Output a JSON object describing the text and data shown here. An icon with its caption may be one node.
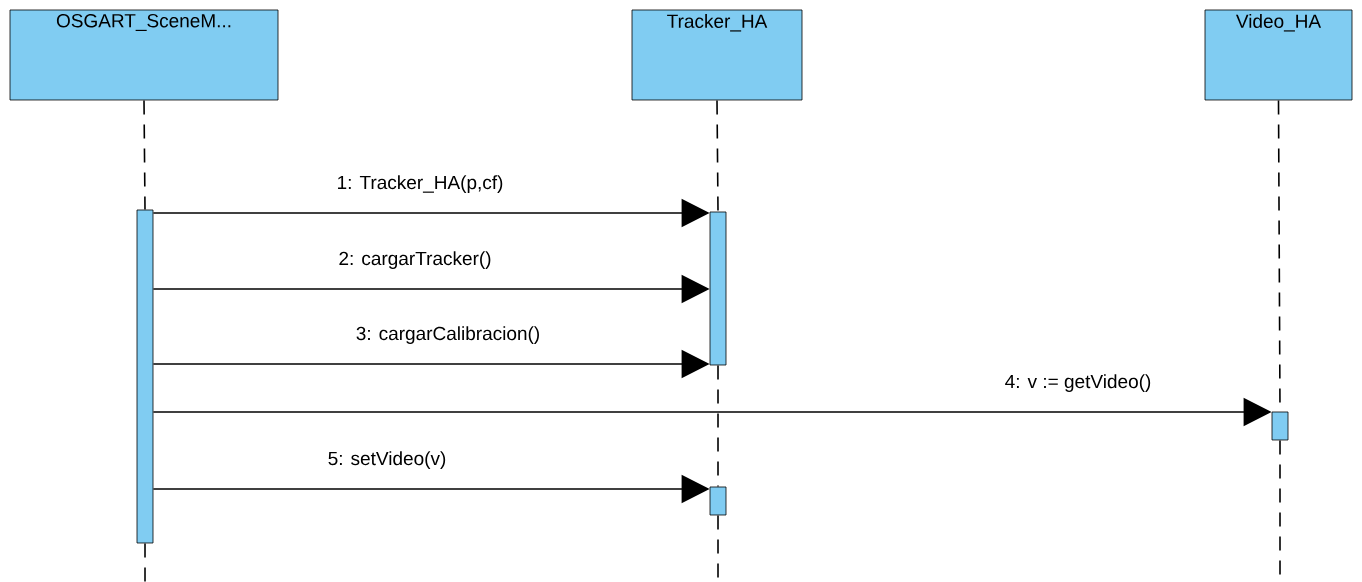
{
  "diagram": {
    "nodes": [
      {
        "text": [
          "OSGART_SceneM..."
        ]
      },
      {
        "text": [
          "Tracker_HA"
        ]
      },
      {
        "text": [
          "Video_HA"
        ]
      },
      {
        "text": [],
        "shape": "bar"
      },
      {
        "text": [],
        "shape": "bar"
      },
      {
        "text": [],
        "shape": "bar"
      },
      {
        "text": [],
        "shape": "bar"
      }
    ],
    "edges": [
      {
        "from": 3,
        "to": 4,
        "arrow": "to",
        "label": "1: Tracker_HA(p,cf)"
      },
      {
        "from": 3,
        "to": 4,
        "arrow": "to",
        "label": "2: cargarTracker()"
      },
      {
        "from": 3,
        "to": 4,
        "arrow": "to",
        "label": "3: cargarCalibracion()"
      },
      {
        "from": 3,
        "to": 5,
        "arrow": "to",
        "label": "4: v := getVideo()"
      },
      {
        "from": 3,
        "to": 6,
        "arrow": "to",
        "label": "5: setVideo(v)"
      },
      {
        "from": 0,
        "to": 3,
        "arrow": "none",
        "style": "dashed"
      },
      {
        "from": 3,
        "to": null,
        "arrow": "none",
        "style": "dashed"
      },
      {
        "from": 1,
        "to": 4,
        "arrow": "none",
        "style": "dashed"
      },
      {
        "from": 4,
        "to": 6,
        "arrow": "none",
        "style": "dashed"
      },
      {
        "from": 6,
        "to": null,
        "arrow": "none",
        "style": "dashed"
      },
      {
        "from": 2,
        "to": 5,
        "arrow": "none",
        "style": "dashed"
      },
      {
        "from": 5,
        "to": null,
        "arrow": "none",
        "style": "dashed"
      }
    ]
  }
}
